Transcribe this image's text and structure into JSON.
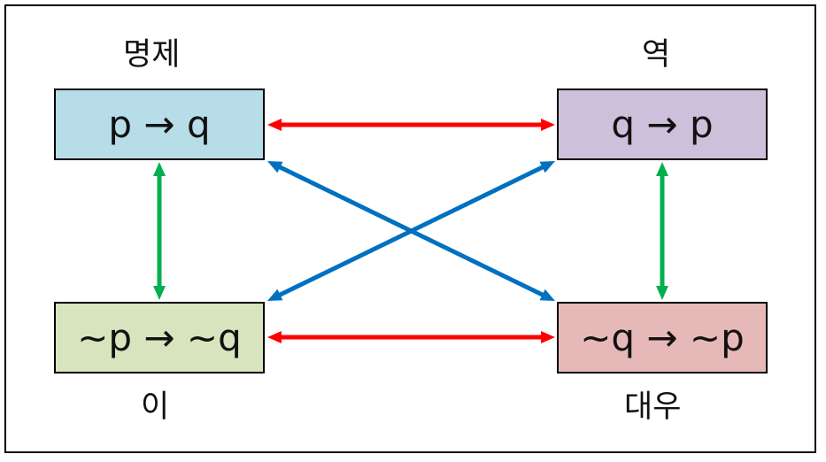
{
  "boxes": {
    "proposition": {
      "title": "명제",
      "expr": "p → q",
      "fill": "#b7dde8"
    },
    "converse": {
      "title": "역",
      "expr": "q → p",
      "fill": "#ccc0da"
    },
    "inverse": {
      "title": "이",
      "expr": "~p → ~q",
      "fill": "#d7e4bd"
    },
    "contrapositive": {
      "title": "대우",
      "expr": "~q → ~p",
      "fill": "#e6b9b8"
    }
  },
  "arrow_colors": {
    "horizontal": "#ff0000",
    "vertical": "#00b050",
    "diagonal": "#0070c0"
  }
}
